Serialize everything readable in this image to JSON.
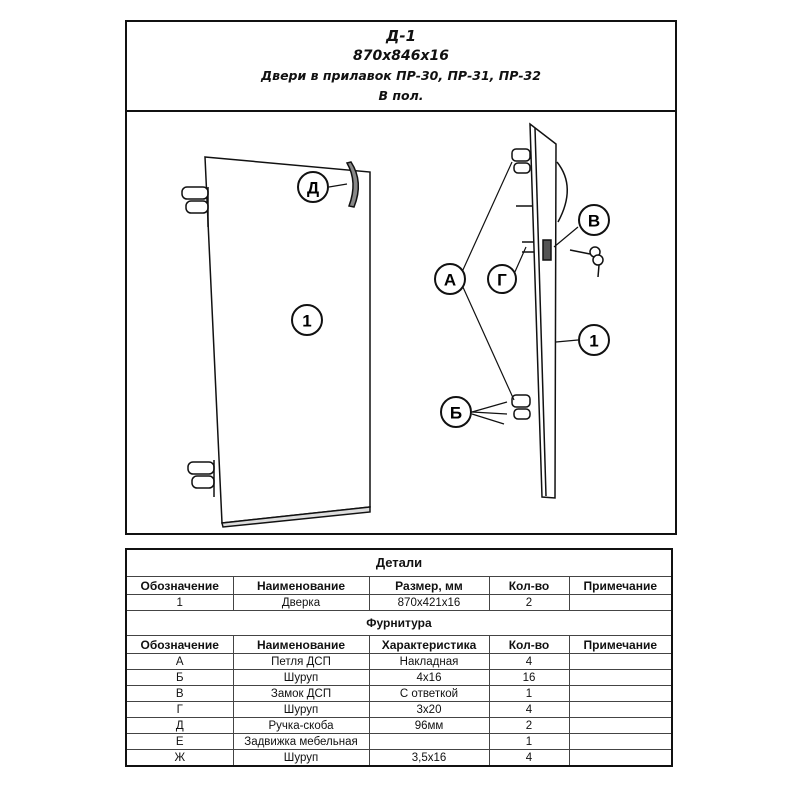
{
  "header": {
    "code": "Д-1",
    "size": "870x846x16",
    "title": "Двери в прилавок ПР-30, ПР-31, ПР-32",
    "note": "В пол."
  },
  "drawing": {
    "labels": {
      "d": "Д",
      "one_left": "1",
      "a": "А",
      "g": "Г",
      "v": "В",
      "one_right": "1",
      "b": "Б"
    }
  },
  "details": {
    "title": "Детали",
    "columns": [
      "Обозначение",
      "Наименование",
      "Размер, мм",
      "Кол-во",
      "Примечание"
    ],
    "rows": [
      [
        "1",
        "Дверка",
        "870x421x16",
        "2",
        ""
      ]
    ]
  },
  "hardware": {
    "title": "Фурнитура",
    "columns": [
      "Обозначение",
      "Наименование",
      "Характеристика",
      "Кол-во",
      "Примечание"
    ],
    "rows": [
      [
        "А",
        "Петля ДСП",
        "Накладная",
        "4",
        ""
      ],
      [
        "Б",
        "Шуруп",
        "4x16",
        "16",
        ""
      ],
      [
        "В",
        "Замок ДСП",
        "С ответкой",
        "1",
        ""
      ],
      [
        "Г",
        "Шуруп",
        "3x20",
        "4",
        ""
      ],
      [
        "Д",
        "Ручка-скоба",
        "96мм",
        "2",
        ""
      ],
      [
        "Е",
        "Задвижка мебельная",
        "",
        "1",
        ""
      ],
      [
        "Ж",
        "Шуруп",
        "3,5x16",
        "4",
        ""
      ]
    ]
  }
}
